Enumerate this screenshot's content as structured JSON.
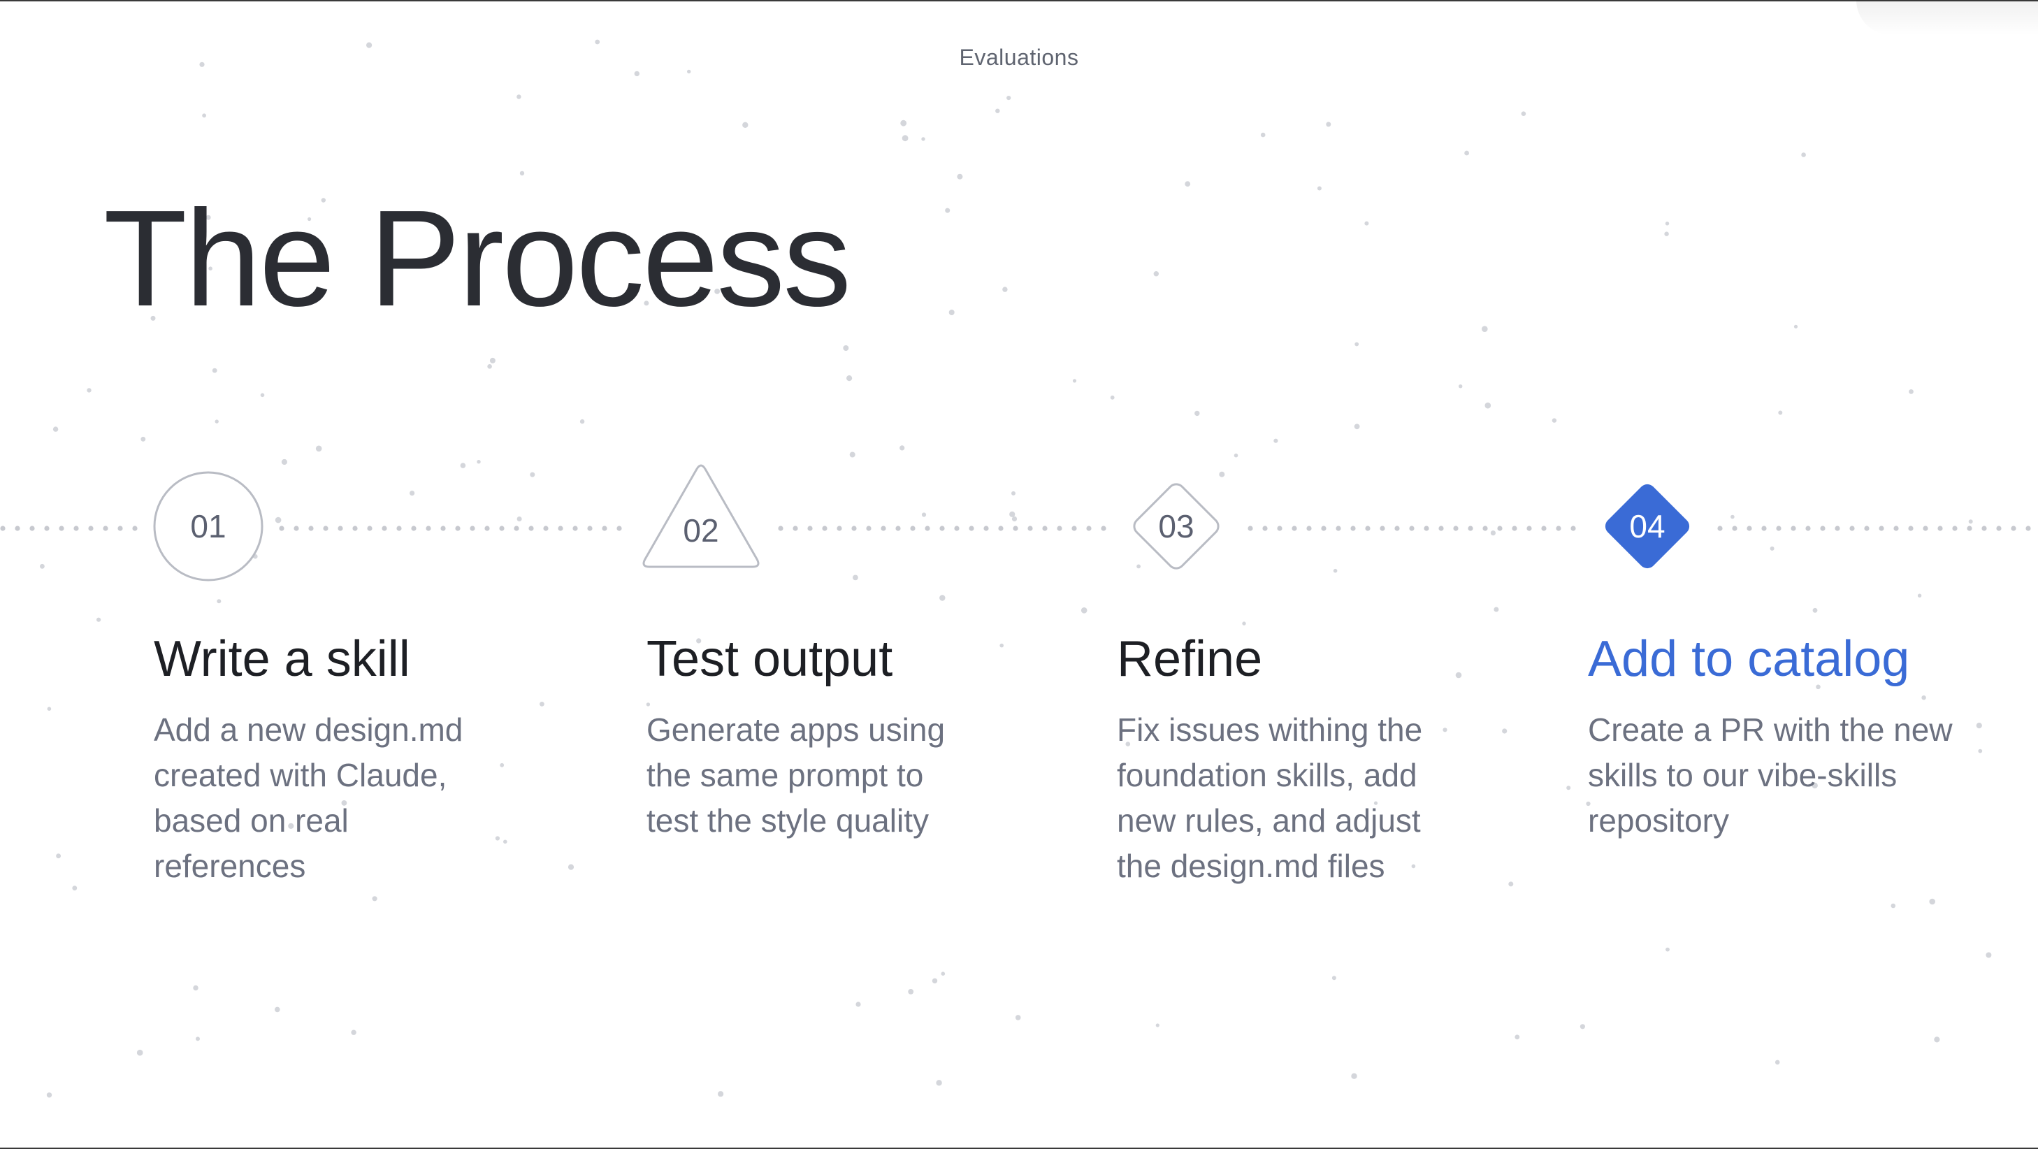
{
  "slide": {
    "section_label": "Evaluations",
    "title": "The Process"
  },
  "colors": {
    "accent": "#3a6bd6",
    "title_text": "#2b2d33",
    "body_text": "#6c7180",
    "marker_stroke": "#b9bcc4",
    "timeline_dots": "#c7c9cf"
  },
  "steps": [
    {
      "number": "01",
      "marker_shape": "circle-icon",
      "title": "Write a skill",
      "description": [
        "Add a new design.md",
        "created with Claude,",
        "based on real",
        "references"
      ],
      "active": false
    },
    {
      "number": "02",
      "marker_shape": "triangle-icon",
      "title": "Test output",
      "description": [
        "Generate apps using",
        "the same prompt to",
        "test the style quality"
      ],
      "active": false
    },
    {
      "number": "03",
      "marker_shape": "diamond-icon",
      "title": "Refine",
      "description": [
        "Fix issues withing the",
        "foundation skills, add",
        "new rules, and adjust",
        "the design.md files"
      ],
      "active": false
    },
    {
      "number": "04",
      "marker_shape": "diamond-icon",
      "title": "Add to catalog",
      "description": [
        "Create a PR with the new",
        "skills to our vibe-skills",
        "repository"
      ],
      "active": true
    }
  ]
}
